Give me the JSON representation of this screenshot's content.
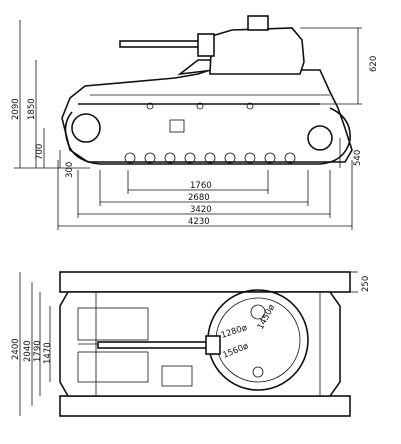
{
  "side_view": {
    "dims_horizontal": [
      "1760",
      "2680",
      "3420",
      "4230"
    ],
    "dims_left": [
      "2090",
      "1850",
      "700",
      "300"
    ],
    "dims_right": [
      "620",
      "540"
    ]
  },
  "top_view": {
    "dims_left": [
      "2400",
      "2040",
      "1790",
      "1470"
    ],
    "dims_right": [
      "250"
    ],
    "turret_dims": [
      "1280ø",
      "1560ø",
      "1450ø"
    ]
  }
}
